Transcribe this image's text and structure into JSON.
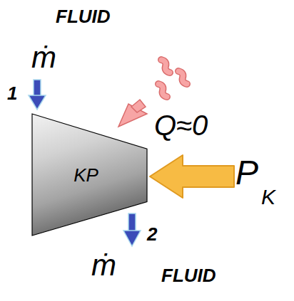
{
  "diagram": {
    "nodes": [
      {
        "text": [
          "KP"
        ]
      }
    ],
    "labels": [
      "FLUID",
      "ṁ",
      "1",
      "Q≈0",
      "P",
      "K",
      "2",
      "ṁ",
      "FLUID"
    ]
  }
}
